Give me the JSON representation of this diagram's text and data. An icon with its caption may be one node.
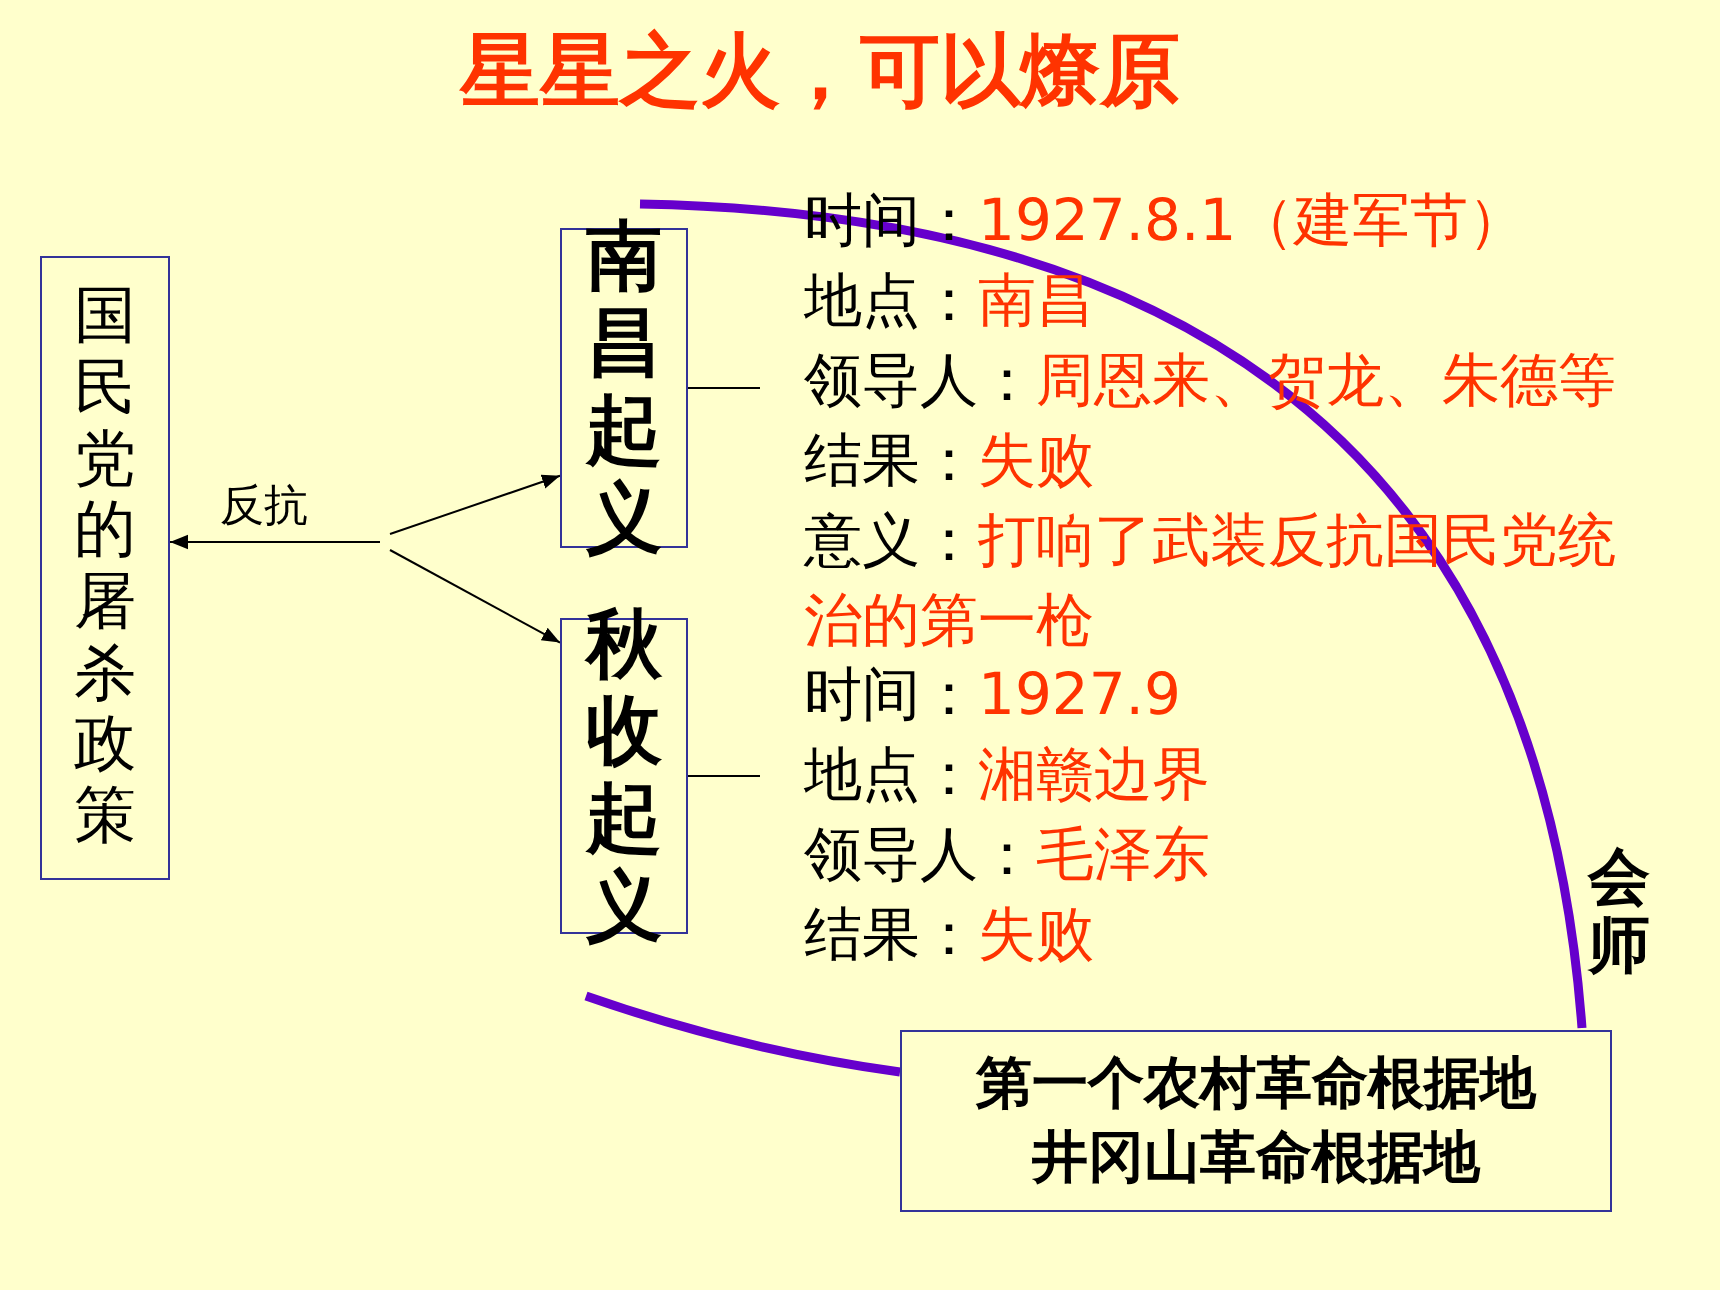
{
  "diagram": {
    "title": "星星之火，可以燎原",
    "nodes": [
      {
        "text": [
          "国民党的屠杀政策"
        ]
      },
      {
        "text": [
          "南昌起义"
        ]
      },
      {
        "text": [
          "秋收起义"
        ]
      },
      {
        "text": [
          "时间：",
          "1927.8.1（建军节）",
          "地点：",
          "南昌",
          "领导人：",
          "周恩来、贺龙、朱德等",
          "结果：",
          "失败",
          "意义：",
          "打响了武装反抗国民党统治的第一枪"
        ]
      },
      {
        "text": [
          "时间：",
          "1927.9",
          "地点：",
          "湘赣边界",
          "领导人：",
          "毛泽东",
          "结果：",
          "失败"
        ]
      },
      {
        "text": [
          "第一个农村革命根据地",
          "井冈山革命根据地"
        ]
      }
    ],
    "edges": [
      {
        "from": null,
        "to": 0,
        "arrow": "to",
        "label": "反抗"
      },
      {
        "from": null,
        "to": 1,
        "arrow": "to"
      },
      {
        "from": null,
        "to": 2,
        "arrow": "to"
      },
      {
        "from": 1,
        "to": 3,
        "arrow": "none"
      },
      {
        "from": 2,
        "to": 4,
        "arrow": "none"
      },
      {
        "from": 1,
        "to": 5,
        "arrow": "none",
        "label": "会师",
        "style": "thick",
        "color": "#6600cc"
      },
      {
        "from": 2,
        "to": 5,
        "arrow": "none",
        "style": "thick",
        "color": "#6600cc"
      }
    ]
  }
}
